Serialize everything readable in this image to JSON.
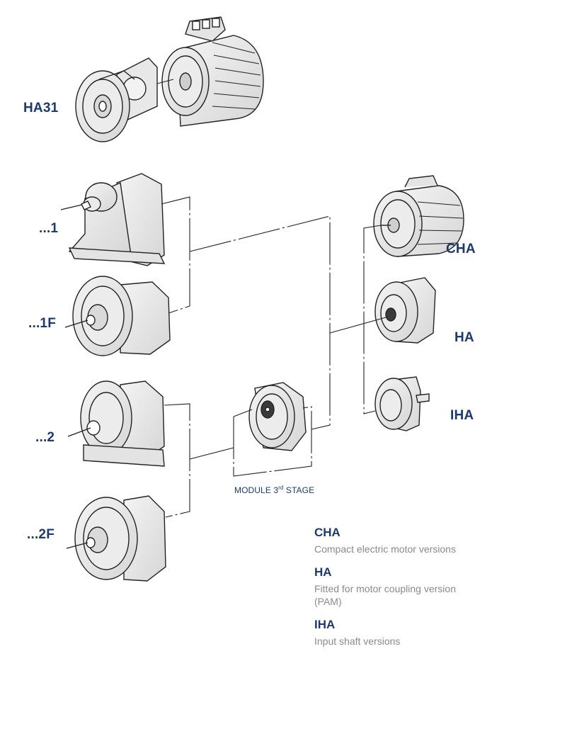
{
  "labels": {
    "ha31": "HA31",
    "foot1": "...1",
    "flange1": "...1F",
    "foot2": "...2",
    "flange2": "...2F",
    "cha": "CHA",
    "ha": "HA",
    "iha": "IHA"
  },
  "module": {
    "prefix": "MODULE 3",
    "sup": "rd",
    "suffix": " STAGE"
  },
  "legend": [
    {
      "code": "CHA",
      "desc": "Compact electric motor versions"
    },
    {
      "code": "HA",
      "desc": "Fitted for motor coupling version (PAM)"
    },
    {
      "code": "IHA",
      "desc": "Input shaft versions"
    }
  ],
  "colors": {
    "label": "#1d3a6b",
    "description": "#8a8a8a",
    "line": "#222222"
  }
}
